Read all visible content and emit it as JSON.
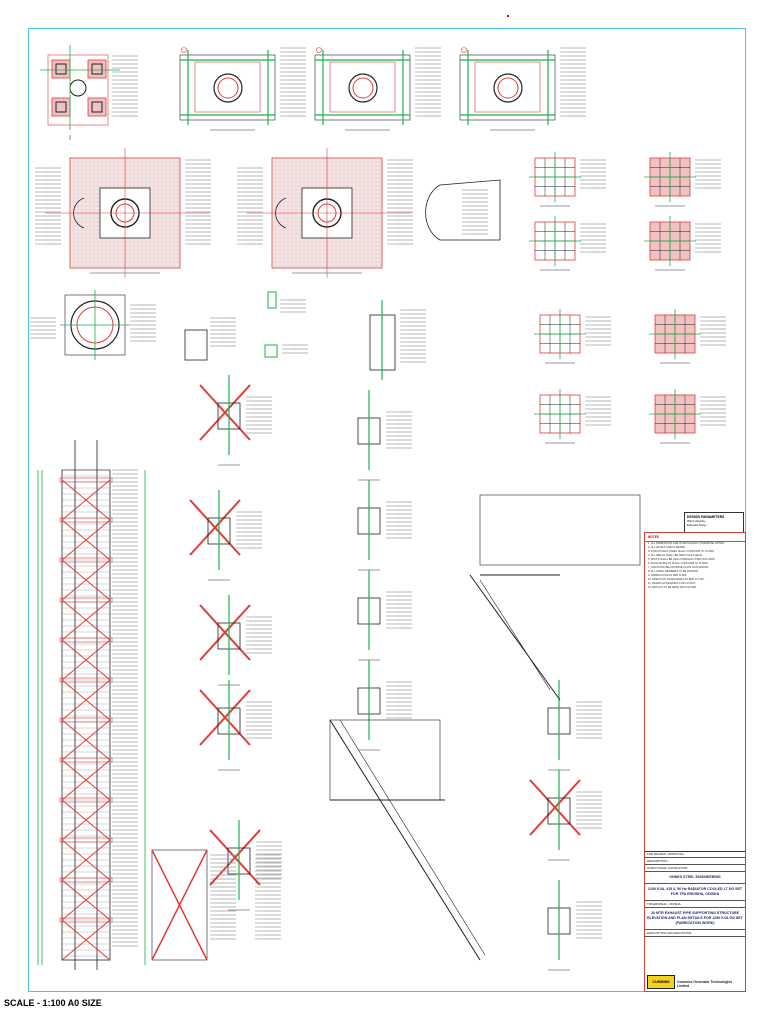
{
  "sheet": {
    "scale_note": "SCALE - 1:100 A0 SIZE"
  },
  "design_parameters": {
    "title": "DESIGN PARAMETERS",
    "lines": [
      "Wind Velocity - ",
      "Exhaust Temp - "
    ]
  },
  "notes": {
    "header": "NOTES",
    "lines": [
      "1. ALL DIMENSIONS ARE IN MM UNLESS OTHERWISE NOTED.",
      "2. ALL LEVELS ARE IN METRE.",
      "3. STRUCTURAL STEEL SHALL CONFORM TO IS 2062.",
      "4. ALL WELDS SHALL BE 6MM FILLET WELD.",
      "5. BOLTS SHALL BE HIGH STRENGTH FRICTION GRIP.",
      "6. ANCHOR BOLTS SHALL CONFORM TO IS 5624.",
      "7. GROUTING BELOW BASE PLATE NON SHRINK.",
      "8. ALL STEEL MEMBERS TO BE PAINTED.",
      "9. FABRICATION AS PER IS 800.",
      "10. ERECTION TOLERANCES AS PER IS 7215.",
      "11. REFER GA DRAWING FOR LAYOUT.",
      "12. DETAILS TO BE READ WITH NOTES."
    ]
  },
  "title_block": {
    "rev_row": "FOR REVIEW / APPROVAL",
    "rev_label": "DESCRIPTION",
    "consultant_label": "STRUCTURAL CONSULTANT",
    "consultant": "OHNES STEEL ENGINEERING",
    "project": "1250 KVA, 415 V, 50 Hz RADIATOR COOLED LT DG SET FOR TPA ERDISHA, ODISHA",
    "site": "TPA ERDISHA - ODISHA",
    "drawing_title": "20 MTR EXHAUST PIPE SUPPORTING STRUCTURE ELEVATION AND PLAN DETAILS FOR 1250 KVA DG SET (FABRICATION WORK)",
    "drawing_no": "EDP/LNT/TPA-ODI-DWG/ST/003",
    "logo": "CUMMINS",
    "company": "Cummins Generator Technologies Limited"
  }
}
